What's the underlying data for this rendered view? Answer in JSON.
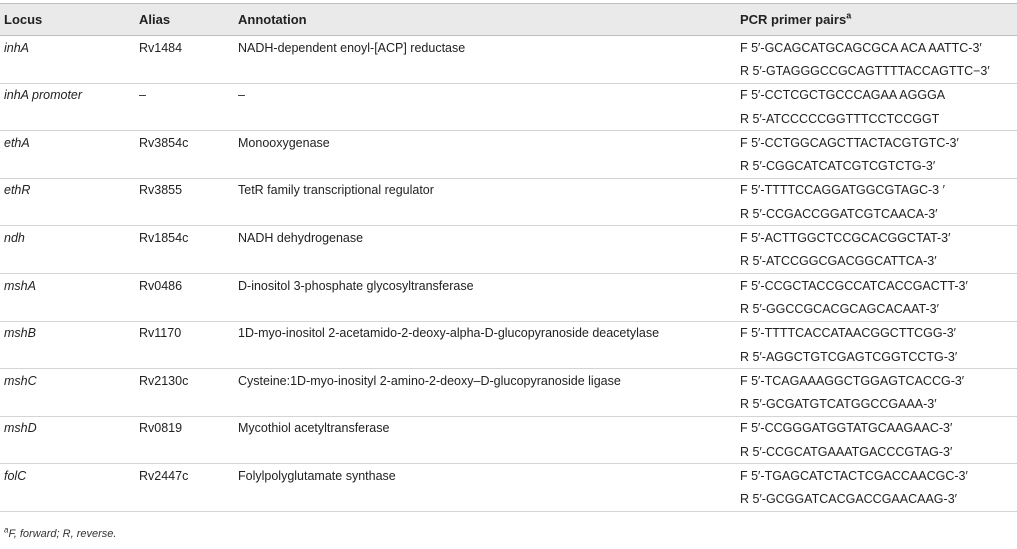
{
  "table": {
    "headers": {
      "locus": "Locus",
      "alias": "Alias",
      "annotation": "Annotation",
      "primers": "PCR primer pairs",
      "primers_sup": "a"
    },
    "rows": [
      {
        "locus": "inhA",
        "alias": "Rv1484",
        "annotation": "NADH-dependent enoyl-[ACP] reductase",
        "forward": "F 5′-GCAGCATGCAGCGCA ACA AATTC-3′",
        "reverse": "R 5′-GTAGGGCCGCAGTTTTACCAGTTC−3′"
      },
      {
        "locus": "inhA promoter",
        "alias": "–",
        "annotation": "–",
        "forward": "F 5′-CCTCGCTGCCCAGAA AGGGA",
        "reverse": "R 5′-ATCCCCCGGTTTCCTCCGGT"
      },
      {
        "locus": "ethA",
        "alias": "Rv3854c",
        "annotation": "Monooxygenase",
        "forward": "F 5′-CCTGGCAGCTTACTACGTGTC-3′",
        "reverse": "R 5′-CGGCATCATCGTCGTCTG-3′"
      },
      {
        "locus": "ethR",
        "alias": "Rv3855",
        "annotation": "TetR family transcriptional regulator",
        "forward": "F 5′-TTTTCCAGGATGGCGTAGC-3 ′",
        "reverse": "R 5′-CCGACCGGATCGTCAACA-3′"
      },
      {
        "locus": "ndh",
        "alias": "Rv1854c",
        "annotation": "NADH dehydrogenase",
        "forward": "F 5′-ACTTGGCTCCGCACGGCTAT-3′",
        "reverse": "R 5′-ATCCGGCGACGGCATTCA-3′"
      },
      {
        "locus": "mshA",
        "alias": "Rv0486",
        "annotation": "D-inositol 3-phosphate glycosyltransferase",
        "forward": "F 5′-CCGCTACCGCCATCACCGACTT-3′",
        "reverse": "R 5′-GGCCGCACGCAGCACAAT-3′"
      },
      {
        "locus": "mshB",
        "alias": "Rv1170",
        "annotation": "1D-myo-inositol 2-acetamido-2-deoxy-alpha-D-glucopyranoside deacetylase",
        "forward": "F 5′-TTTTCACCATAACGGCTTCGG-3′",
        "reverse": "R 5′-AGGCTGTCGAGTCGGTCCTG-3′"
      },
      {
        "locus": "mshC",
        "alias": "Rv2130c",
        "annotation": "Cysteine:1D-myo-inosityl 2-amino-2-deoxy–D-glucopyranoside ligase",
        "forward": "F 5′-TCAGAAAGGCTGGAGTCACCG-3′",
        "reverse": "R 5′-GCGATGTCATGGCCGAAA-3′"
      },
      {
        "locus": "mshD",
        "alias": "Rv0819",
        "annotation": "Mycothiol acetyltransferase",
        "forward": "F 5′-CCGGGATGGTATGCAAGAAC-3′",
        "reverse": "R 5′-CCGCATGAAATGACCCGTAG-3′"
      },
      {
        "locus": "folC",
        "alias": "Rv2447c",
        "annotation": "Folylpolyglutamate synthase",
        "forward": "F 5′-TGAGCATCTACTCGACCAACGC-3′",
        "reverse": "R 5′-GCGGATCACGACCGAACAAG-3′"
      }
    ]
  },
  "footnote": {
    "sup": "a",
    "text": "F, forward; R, reverse."
  }
}
